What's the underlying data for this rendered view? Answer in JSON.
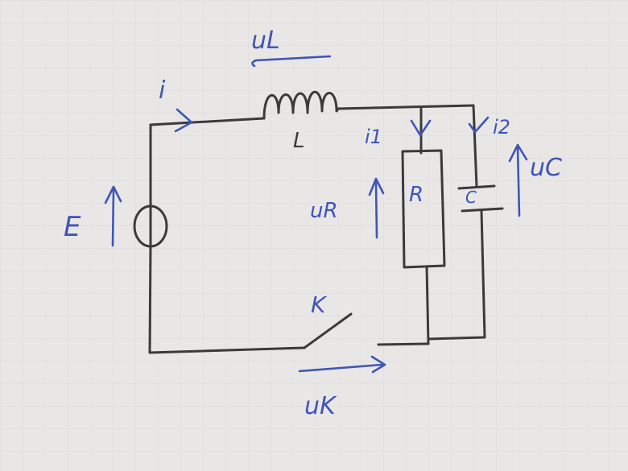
{
  "labels": {
    "current_i": "i",
    "current_i1": "i1",
    "current_i2": "i2",
    "voltage_L": "uL",
    "voltage_R": "uR",
    "voltage_C": "uC",
    "voltage_K": "uK",
    "source": "E",
    "inductor": "L",
    "resistor": "R",
    "capacitor": "C",
    "switch": "K"
  },
  "colors": {
    "paper": "#e9e7e6",
    "wire": "#3a3a3a",
    "ink": "#3f55b7"
  }
}
